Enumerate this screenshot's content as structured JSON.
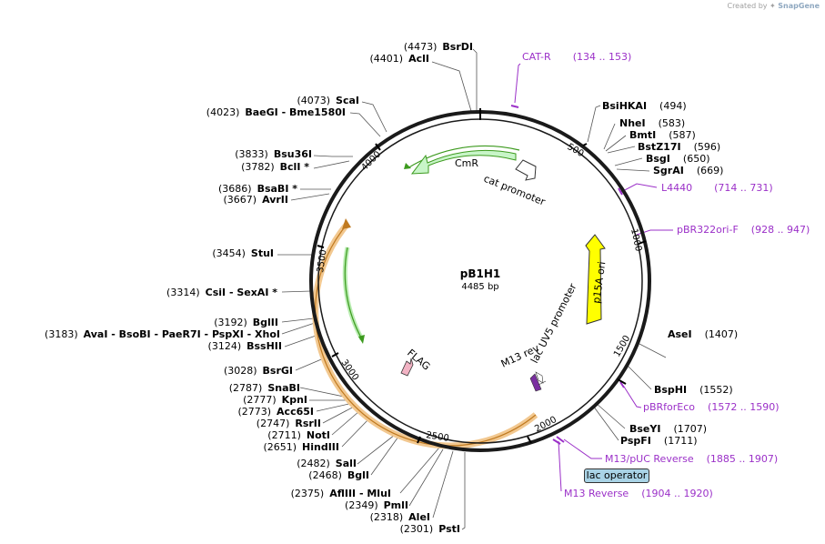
{
  "credit": {
    "prefix": "Created by",
    "brand": "SnapGene"
  },
  "plasmid": {
    "name": "pB1H1",
    "size_label": "4485 bp",
    "length": 4485
  },
  "ticks": [
    "500",
    "1000",
    "1500",
    "2000",
    "2500",
    "3000",
    "3500",
    "4000"
  ],
  "features": {
    "cmr": "CmR",
    "cat_promoter": "cat promoter",
    "p15a_ori": "p15A ori",
    "lac_uv5": "lac UV5 promoter",
    "m13_rev": "M13 rev",
    "flag": "FLAG",
    "lac_operator": "lac operator"
  },
  "sites": [
    {
      "pos": "(4473)",
      "name": "BsrDI"
    },
    {
      "pos": "(4401)",
      "name": "AclI"
    },
    {
      "pos": "(4073)",
      "name": "ScaI"
    },
    {
      "pos": "(4023)",
      "name": "BaeGI  - Bme1580I"
    },
    {
      "pos": "(3833)",
      "name": "Bsu36I"
    },
    {
      "pos": "(3782)",
      "name": "BclI *"
    },
    {
      "pos": "(3686)",
      "name": "BsaBI *"
    },
    {
      "pos": "(3667)",
      "name": "AvrII"
    },
    {
      "pos": "(3454)",
      "name": "StuI"
    },
    {
      "pos": "(3314)",
      "name": "CsiI   - SexAI *"
    },
    {
      "pos": "(3192)",
      "name": "BglII"
    },
    {
      "pos": "(3183)",
      "name": "AvaI   - BsoBI   - PaeR7I   - PspXI  - XhoI"
    },
    {
      "pos": "(3124)",
      "name": "BssHII"
    },
    {
      "pos": "(3028)",
      "name": "BsrGI"
    },
    {
      "pos": "(2787)",
      "name": "SnaBI"
    },
    {
      "pos": "(2777)",
      "name": "KpnI"
    },
    {
      "pos": "(2773)",
      "name": "Acc65I"
    },
    {
      "pos": "(2747)",
      "name": "RsrII"
    },
    {
      "pos": "(2711)",
      "name": "NotI"
    },
    {
      "pos": "(2651)",
      "name": "HindIII"
    },
    {
      "pos": "(2482)",
      "name": "SalI"
    },
    {
      "pos": "(2468)",
      "name": "BglI"
    },
    {
      "pos": "(2375)",
      "name": "AflIII   - MluI"
    },
    {
      "pos": "(2349)",
      "name": "PmlI"
    },
    {
      "pos": "(2318)",
      "name": "AleI"
    },
    {
      "pos": "(2301)",
      "name": "PstI"
    },
    {
      "pos": "(494)",
      "name": "BsiHKAI"
    },
    {
      "pos": "(583)",
      "name": "NheI"
    },
    {
      "pos": "(587)",
      "name": "BmtI"
    },
    {
      "pos": "(596)",
      "name": "BstZ17I"
    },
    {
      "pos": "(650)",
      "name": "BsgI"
    },
    {
      "pos": "(669)",
      "name": "SgrAI"
    },
    {
      "pos": "(1407)",
      "name": "AseI"
    },
    {
      "pos": "(1552)",
      "name": "BspHI"
    },
    {
      "pos": "(1707)",
      "name": "BseYI"
    },
    {
      "pos": "(1711)",
      "name": "PspFI"
    }
  ],
  "primers": [
    {
      "name": "CAT-R",
      "range": "(134 .. 153)"
    },
    {
      "name": "L4440",
      "range": "(714 .. 731)"
    },
    {
      "name": "pBR322ori-F",
      "range": "(928 .. 947)"
    },
    {
      "name": "pBRforEco",
      "range": "(1572 .. 1590)"
    },
    {
      "name": "M13/pUC Reverse",
      "range": "(1885 .. 1907)"
    },
    {
      "name": "M13 Reverse",
      "range": "(1904 .. 1920)"
    }
  ],
  "colors": {
    "backbone": "#1a1a1a",
    "cmr_fill": "#c8f5c8",
    "cmr_stroke": "#3c9a1e",
    "p15a_fill": "#ffff00",
    "flag_fill": "#f2b3c4",
    "orange_track": "#f2c890",
    "primer": "#9b30c8",
    "lac_operator": "#a9d3e6"
  }
}
